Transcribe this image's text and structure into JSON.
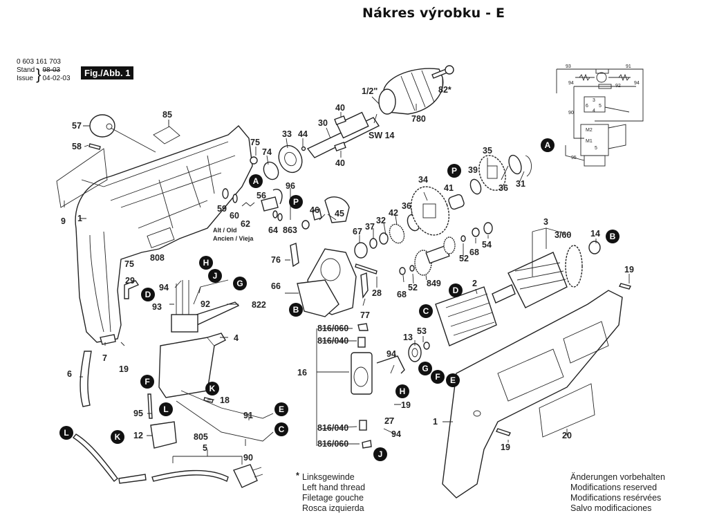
{
  "title": "Nákres výrobku - E",
  "doc_meta": {
    "part_number": "0 603 161 703",
    "stand_label": "Stand",
    "issue_label": "Issue",
    "old_date": "98-03",
    "issue_date": "04-02-03",
    "figure_label": "Fig./Abb. 1"
  },
  "legend_note": {
    "marker": "*",
    "lines": [
      "Linksgewinde",
      "Left hand thread",
      "Filetage gouche",
      "Rosca izquierda"
    ]
  },
  "disclaimer": {
    "lines": [
      "Änderungen vorbehalten",
      "Modifications reserved",
      "Modifications resérvées",
      "Salvo modificaciones"
    ]
  },
  "alt_old_note": {
    "lines": [
      "Alt / Old",
      "Ancien / Vieja"
    ]
  },
  "part_labels": [
    {
      "id": "57",
      "text": "57"
    },
    {
      "id": "58",
      "text": "58"
    },
    {
      "id": "85",
      "text": "85"
    },
    {
      "id": "9",
      "text": "9"
    },
    {
      "id": "1a",
      "text": "1"
    },
    {
      "id": "75a",
      "text": "75"
    },
    {
      "id": "74",
      "text": "74"
    },
    {
      "id": "33",
      "text": "33"
    },
    {
      "id": "44",
      "text": "44"
    },
    {
      "id": "30",
      "text": "30"
    },
    {
      "id": "40a",
      "text": "40"
    },
    {
      "id": "40b",
      "text": "40"
    },
    {
      "id": "sw14",
      "text": "SW 14"
    },
    {
      "id": "half",
      "text": "1/2\""
    },
    {
      "id": "780",
      "text": "780"
    },
    {
      "id": "82",
      "text": "82*"
    },
    {
      "id": "35",
      "text": "35"
    },
    {
      "id": "39",
      "text": "39"
    },
    {
      "id": "36a",
      "text": "36"
    },
    {
      "id": "31",
      "text": "31"
    },
    {
      "id": "34",
      "text": "34"
    },
    {
      "id": "41",
      "text": "41"
    },
    {
      "id": "96",
      "text": "96"
    },
    {
      "id": "56",
      "text": "56"
    },
    {
      "id": "59",
      "text": "59"
    },
    {
      "id": "60",
      "text": "60"
    },
    {
      "id": "62",
      "text": "62"
    },
    {
      "id": "64",
      "text": "64"
    },
    {
      "id": "863",
      "text": "863"
    },
    {
      "id": "46",
      "text": "46"
    },
    {
      "id": "45",
      "text": "45"
    },
    {
      "id": "36b",
      "text": "36"
    },
    {
      "id": "42",
      "text": "42"
    },
    {
      "id": "32",
      "text": "32"
    },
    {
      "id": "37",
      "text": "37"
    },
    {
      "id": "67",
      "text": "67"
    },
    {
      "id": "54",
      "text": "54"
    },
    {
      "id": "68a",
      "text": "68"
    },
    {
      "id": "52a",
      "text": "52"
    },
    {
      "id": "849",
      "text": "849"
    },
    {
      "id": "52b",
      "text": "52"
    },
    {
      "id": "68b",
      "text": "68"
    },
    {
      "id": "28",
      "text": "28"
    },
    {
      "id": "76",
      "text": "76"
    },
    {
      "id": "66",
      "text": "66"
    },
    {
      "id": "77",
      "text": "77"
    },
    {
      "id": "75b",
      "text": "75"
    },
    {
      "id": "808",
      "text": "808"
    },
    {
      "id": "29",
      "text": "29"
    },
    {
      "id": "94a",
      "text": "94"
    },
    {
      "id": "93",
      "text": "93"
    },
    {
      "id": "92",
      "text": "92"
    },
    {
      "id": "822",
      "text": "822"
    },
    {
      "id": "4",
      "text": "4"
    },
    {
      "id": "7",
      "text": "7"
    },
    {
      "id": "19a",
      "text": "19"
    },
    {
      "id": "6",
      "text": "6"
    },
    {
      "id": "18",
      "text": "18"
    },
    {
      "id": "95",
      "text": "95"
    },
    {
      "id": "12",
      "text": "12"
    },
    {
      "id": "91",
      "text": "91"
    },
    {
      "id": "90",
      "text": "90"
    },
    {
      "id": "805",
      "text": "805"
    },
    {
      "id": "5",
      "text": "5"
    },
    {
      "id": "3",
      "text": "3"
    },
    {
      "id": "360",
      "text": "3/60"
    },
    {
      "id": "14",
      "text": "14"
    },
    {
      "id": "19b",
      "text": "19"
    },
    {
      "id": "2",
      "text": "2"
    },
    {
      "id": "53",
      "text": "53"
    },
    {
      "id": "13",
      "text": "13"
    },
    {
      "id": "16",
      "text": "16"
    },
    {
      "id": "816060a",
      "text": "816/060"
    },
    {
      "id": "816040a",
      "text": "816/040"
    },
    {
      "id": "816040b",
      "text": "816/040"
    },
    {
      "id": "816060b",
      "text": "816/060"
    },
    {
      "id": "94b",
      "text": "94"
    },
    {
      "id": "19c",
      "text": "19"
    },
    {
      "id": "27",
      "text": "27"
    },
    {
      "id": "94c",
      "text": "94"
    },
    {
      "id": "1b",
      "text": "1"
    },
    {
      "id": "20",
      "text": "20"
    },
    {
      "id": "19d",
      "text": "19"
    }
  ],
  "connector_markers": [
    {
      "id": "A1",
      "text": "A"
    },
    {
      "id": "A2",
      "text": "A"
    },
    {
      "id": "P1",
      "text": "P"
    },
    {
      "id": "P2",
      "text": "P"
    },
    {
      "id": "B1",
      "text": "B"
    },
    {
      "id": "B2",
      "text": "B"
    },
    {
      "id": "C1",
      "text": "C"
    },
    {
      "id": "C2",
      "text": "C"
    },
    {
      "id": "C3",
      "text": "C"
    },
    {
      "id": "D1",
      "text": "D"
    },
    {
      "id": "D2",
      "text": "D"
    },
    {
      "id": "E1",
      "text": "E"
    },
    {
      "id": "E2",
      "text": "E"
    },
    {
      "id": "E3",
      "text": "E"
    },
    {
      "id": "F1",
      "text": "F"
    },
    {
      "id": "F2",
      "text": "F"
    },
    {
      "id": "G1",
      "text": "G"
    },
    {
      "id": "G2",
      "text": "G"
    },
    {
      "id": "H1",
      "text": "H"
    },
    {
      "id": "H2",
      "text": "H"
    },
    {
      "id": "J1",
      "text": "J"
    },
    {
      "id": "J2",
      "text": "J"
    },
    {
      "id": "K1",
      "text": "K"
    },
    {
      "id": "K2",
      "text": "K"
    },
    {
      "id": "L1",
      "text": "L"
    },
    {
      "id": "L2",
      "text": "L"
    }
  ],
  "wiring_schematic": {
    "labels": [
      "93",
      "91",
      "94",
      "92",
      "94",
      "3",
      "6",
      "5",
      "4",
      "90",
      "M2",
      "M1",
      "5",
      "95"
    ]
  }
}
